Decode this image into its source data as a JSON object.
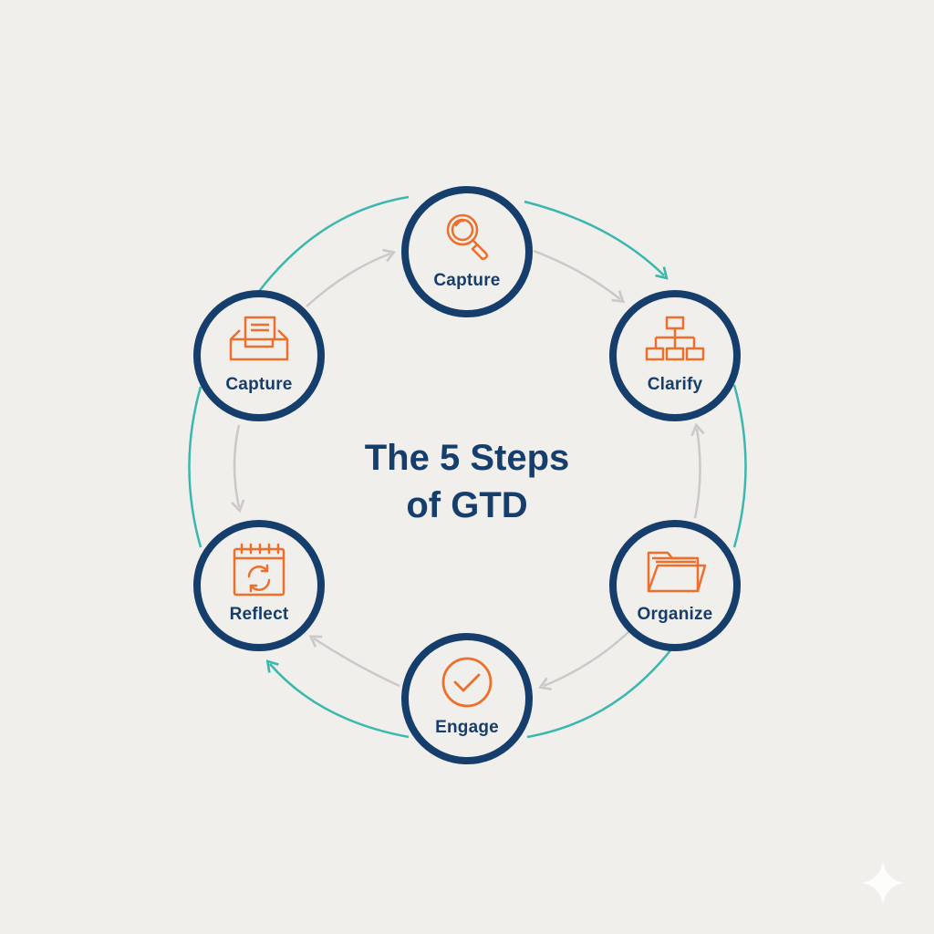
{
  "title": {
    "line1": "The 5 Steps",
    "line2": "of GTD"
  },
  "steps": [
    {
      "label": "Capture",
      "icon": "magnifier-icon"
    },
    {
      "label": "Clarify",
      "icon": "org-chart-icon"
    },
    {
      "label": "Organize",
      "icon": "folder-icon"
    },
    {
      "label": "Engage",
      "icon": "checkmark-circle-icon"
    },
    {
      "label": "Reflect",
      "icon": "calendar-refresh-icon"
    },
    {
      "label": "Capture",
      "icon": "inbox-tray-icon"
    }
  ],
  "colors": {
    "background": "#f1efeb",
    "node_border": "#163e6c",
    "text": "#163e6c",
    "icon": "#ec6f2b",
    "outer_ring": "#3bb8ad",
    "inner_arrows": "#c9c9c7"
  }
}
